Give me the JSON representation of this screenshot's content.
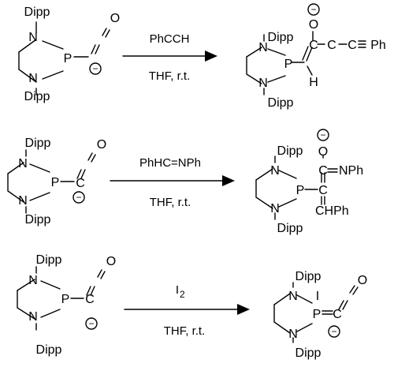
{
  "atoms": {
    "N": "N",
    "P": "P",
    "C": "C",
    "O": "O",
    "H": "H",
    "I": "I",
    "Ph": "Ph",
    "Dipp": "Dipp",
    "charge_minus": "−"
  },
  "groups": {
    "NPh": "NPh",
    "CHPh": "CHPh"
  },
  "reactions": [
    {
      "reagent": "PhCCH",
      "conditions": "THF, r.t."
    },
    {
      "reagent": "PhHC=NPh",
      "conditions": "THF, r.t."
    },
    {
      "reagent": "I",
      "reagent_subscript": "2",
      "conditions": "THF, r.t."
    }
  ],
  "colors": {
    "ink": "#000000",
    "background": "#ffffff"
  }
}
